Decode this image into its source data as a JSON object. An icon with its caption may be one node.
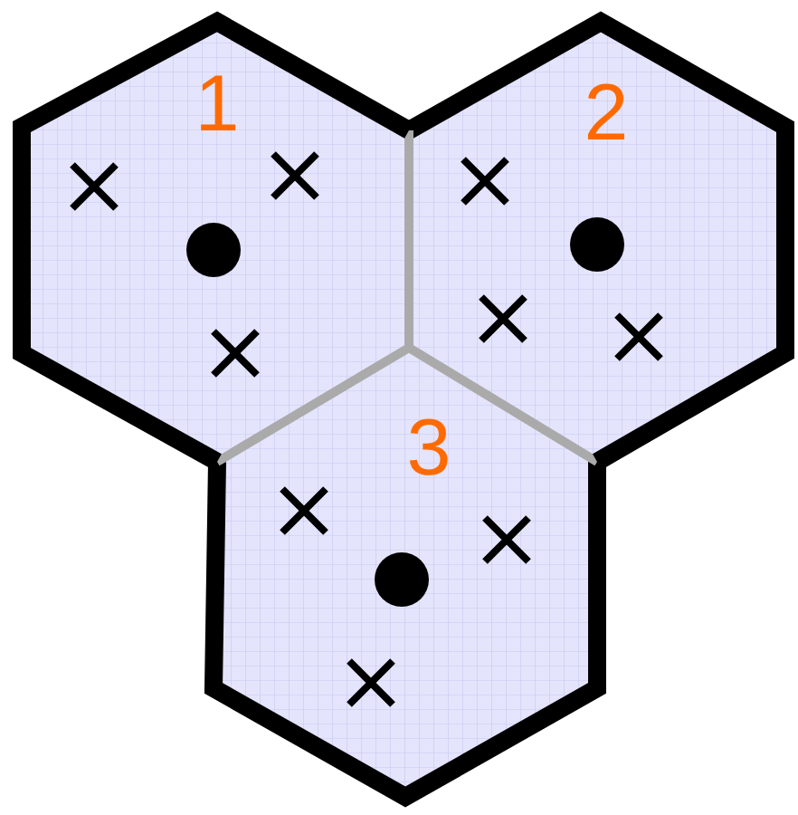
{
  "diagram": {
    "nodes": [
      {
        "text": [
          "1"
        ]
      },
      {
        "text": [
          "2"
        ]
      },
      {
        "text": [
          "3"
        ]
      }
    ]
  }
}
